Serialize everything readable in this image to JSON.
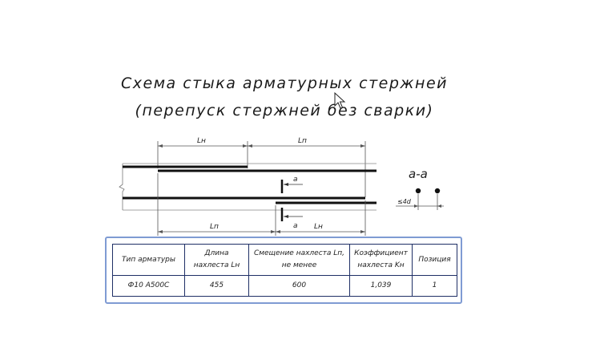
{
  "title": {
    "line1": "Схема стыка арматурных стержней",
    "line2": "(перепуск стержней без сварки)"
  },
  "diagram": {
    "dim_top_left": "Lн",
    "dim_top_right": "Lп",
    "dim_bottom_left": "Lп",
    "dim_bottom_right": "Lн",
    "section_mark_top": "a",
    "section_mark_bottom": "a",
    "section_title": "a-a",
    "gap_label": "≤4d"
  },
  "table": {
    "headers": [
      [
        "Тип арматуры"
      ],
      [
        "Длина",
        "нахлеста Lн"
      ],
      [
        "Смещение нахлеста Lп,",
        "не менее"
      ],
      [
        "Коэффициент",
        "нахлеста Kн"
      ],
      [
        "Позиция"
      ]
    ],
    "rows": [
      [
        "Ф10 А500С",
        "455",
        "600",
        "1,039",
        "1"
      ]
    ]
  },
  "colors": {
    "frame": "#7f9bd3",
    "table_border": "#1f2f66",
    "ink": "#1a1a1a"
  },
  "icons": {
    "cursor": "mouse-pointer-icon"
  }
}
